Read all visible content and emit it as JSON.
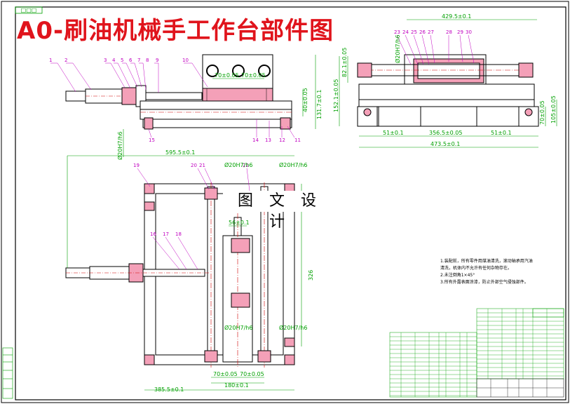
{
  "drawing": {
    "title": "A0-刷油机械手工作台部件图",
    "frame_tag": "□□□",
    "watermark": "图 文 设 计"
  },
  "front_view": {
    "part_numbers": [
      "1",
      "2",
      "3",
      "4",
      "5",
      "6",
      "7",
      "8",
      "9",
      "10",
      "11",
      "12",
      "13",
      "14",
      "15"
    ],
    "dims": {
      "pitch_a": "70±0.05",
      "pitch_b": "70±0.05",
      "h_40": "40±0.05",
      "h_131": "131.7±0.1",
      "fit_20": "Ø20H7/h6"
    }
  },
  "side_view": {
    "part_numbers": [
      "23",
      "24",
      "25",
      "26",
      "27",
      "28",
      "29",
      "30"
    ],
    "dims": {
      "top": "429.5±0.1",
      "fit_20": "Ø20H7/h6",
      "h_82": "82.1±0.05",
      "h_152": "152.1±0.05",
      "w_51a": "51±0.1",
      "w_356": "356.5±0.05",
      "w_51b": "51±0.1",
      "w_473": "473.5±0.1",
      "h_70": "70±0.05",
      "h_105": "105±0.05"
    }
  },
  "plan_view": {
    "part_numbers": [
      "16",
      "17",
      "18",
      "19",
      "20",
      "21",
      "22"
    ],
    "dims": {
      "overall": "595.5±0.1",
      "fit_top_a": "Ø20H7/h6",
      "fit_top_b": "Ø20H7/h6",
      "fit_bot_a": "Ø20H7/h6",
      "fit_bot_b": "Ø20H7/h6",
      "w_56": "56±0.1",
      "h_326": "326",
      "pitch_a": "70±0.05",
      "pitch_b": "70±0.05",
      "w_385": "385.5±0.1",
      "w_180": "180±0.1"
    }
  },
  "notes": [
    "1.装配前，所有零件用煤油清洗，滚动轴承用汽油",
    "清洗，机体内不允许有任何杂物存在。",
    "2.未注倒角1×45°",
    "3.所有外露表面涂漆，防止外部空气侵蚀部件。"
  ],
  "colors": {
    "title": "#e0141c",
    "outline": "#000000",
    "dimension": "#00a000",
    "part_label": "#c000c0",
    "fill_pink": "#f4a0b8",
    "centerline": "#d00000"
  }
}
